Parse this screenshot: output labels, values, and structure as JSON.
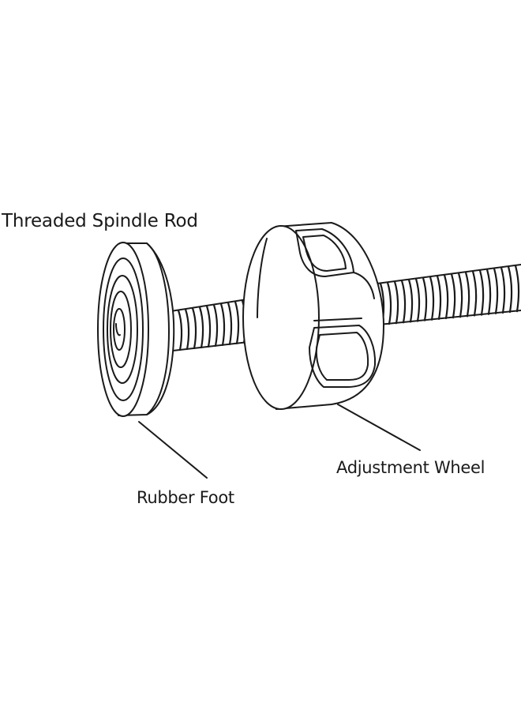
{
  "labels": {
    "threaded_spindle_rod": "Threaded Spindle Rod",
    "rubber_foot": "Rubber Foot",
    "adjustment_wheel": "Adjustment Wheel"
  },
  "colors": {
    "line": "#1a1a1a",
    "fill": "#ffffff"
  }
}
